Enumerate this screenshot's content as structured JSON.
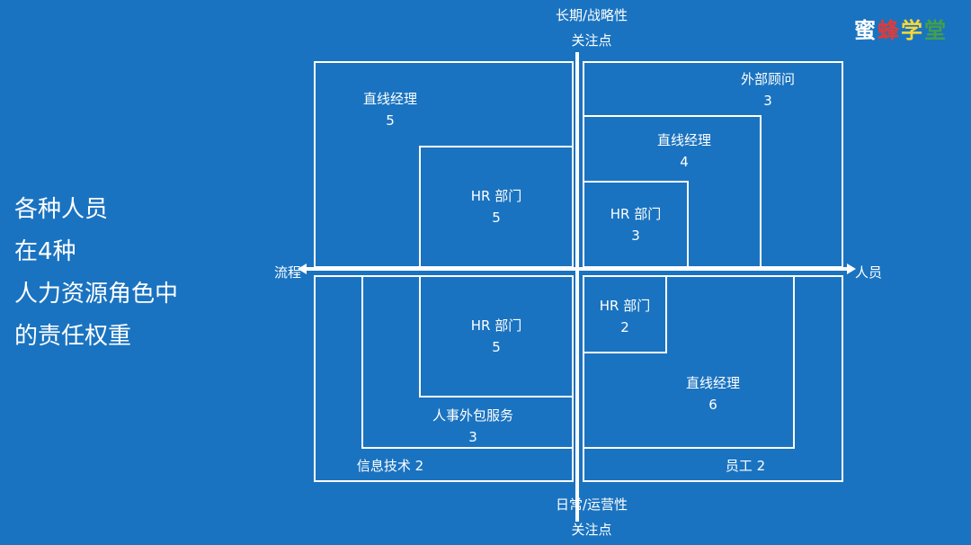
{
  "logo": [
    "蜜",
    "蜂",
    "学",
    "堂"
  ],
  "side_title": [
    "各种人员",
    "在4种",
    "人力资源角色中",
    "的责任权重"
  ],
  "axes": {
    "top": [
      "长期/战略性",
      "关注点"
    ],
    "bottom": [
      "日常/运营性",
      "关注点"
    ],
    "left": "流程",
    "right": "人员"
  },
  "quadrants": {
    "tl_line_manager": {
      "name": "直线经理",
      "value": "5"
    },
    "tl_hr": {
      "name": "HR 部门",
      "value": "5"
    },
    "tr_consultant": {
      "name": "外部顾问",
      "value": "3"
    },
    "tr_line_manager": {
      "name": "直线经理",
      "value": "4"
    },
    "tr_hr": {
      "name": "HR 部门",
      "value": "3"
    },
    "bl_hr": {
      "name": "HR 部门",
      "value": "5"
    },
    "bl_outsourcing": {
      "name": "人事外包服务",
      "value": "3"
    },
    "bl_it": "信息技术 2",
    "br_hr": {
      "name": "HR 部门",
      "value": "2"
    },
    "br_line_manager": {
      "name": "直线经理",
      "value": "6"
    },
    "br_employee": "员工 2"
  }
}
